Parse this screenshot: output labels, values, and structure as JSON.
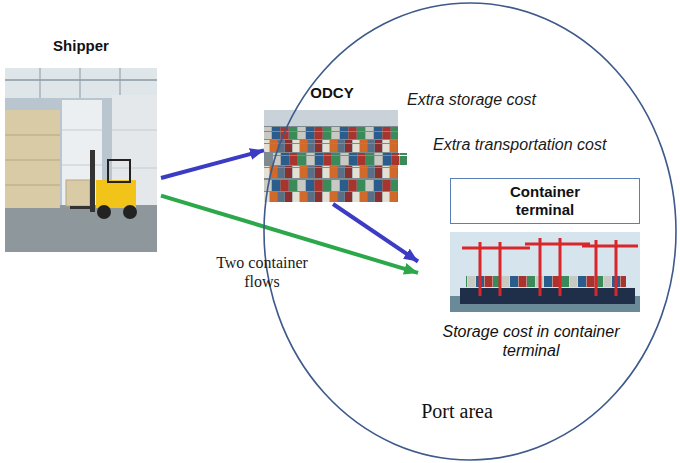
{
  "diagram": {
    "nodes": [
      {
        "text": [
          "Shipper"
        ]
      },
      {
        "text": [
          "Port area"
        ]
      },
      {
        "text": [
          "ODCY"
        ],
        "in": 1
      },
      {
        "text": [
          "Container terminal",
          "Storage cost in container terminal"
        ],
        "in": 1
      }
    ],
    "edges": [
      {
        "from": 0,
        "to": 2,
        "arrow": "to"
      },
      {
        "from": 2,
        "to": 3,
        "arrow": "to"
      },
      {
        "from": 0,
        "to": 3,
        "arrow": "to"
      }
    ],
    "labels": [
      "Extra storage cost",
      "Extra transportation cost",
      "Two container flows"
    ]
  }
}
